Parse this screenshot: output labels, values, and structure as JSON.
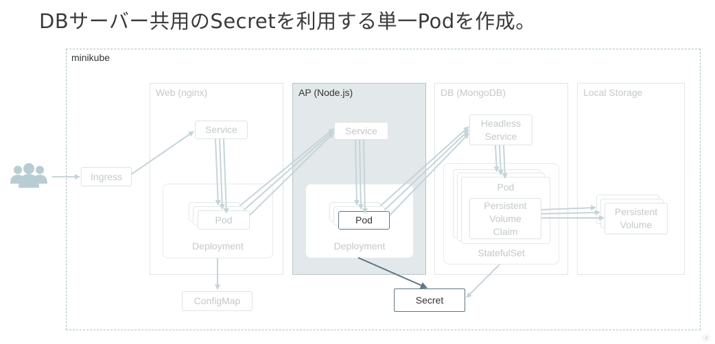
{
  "title": "DBサーバー共用のSecretを利用する単一Podを作成。",
  "cluster": {
    "label": "minikube"
  },
  "zones": {
    "web": "Web (nginx)",
    "ap": "AP (Node.js)",
    "db": "DB (MongoDB)",
    "storage": "Local Storage"
  },
  "web": {
    "ingress": "Ingress",
    "service": "Service",
    "pod": "Pod",
    "deployment": "Deployment",
    "configmap": "ConfigMap"
  },
  "ap": {
    "service": "Service",
    "pod": "Pod",
    "deployment": "Deployment"
  },
  "db": {
    "headless_service_line1": "Headless",
    "headless_service_line2": "Service",
    "pod": "Pod",
    "pvc_line1": "Persistent",
    "pvc_line2": "Volume",
    "pvc_line3": "Claim",
    "statefulset": "StatefulSet"
  },
  "storage": {
    "pv_line1": "Persistent",
    "pv_line2": "Volume"
  },
  "secret": "Secret",
  "icons": {
    "users": "users-icon"
  },
  "colors": {
    "accent": "#5a7683",
    "faded": "#c4c8c9",
    "active_zone": "#e3e8ea",
    "faded_arrow": "#c5d4d8"
  }
}
